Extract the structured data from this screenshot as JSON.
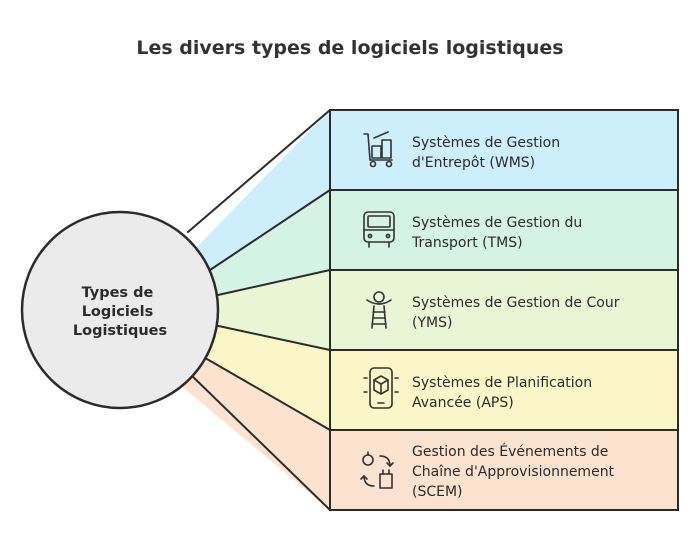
{
  "title": "Les divers types de logiciels logistiques",
  "hub": {
    "lines": [
      "Types de",
      "Logiciels",
      "Logistiques"
    ]
  },
  "bands": [
    {
      "lines": [
        "Systèmes de Gestion",
        "d'Entrepôt (WMS)"
      ],
      "color": "#cdeefb",
      "icon": "warehouse-trolley-icon"
    },
    {
      "lines": [
        "Systèmes de Gestion du",
        "Transport (TMS)"
      ],
      "color": "#d4f3e4",
      "icon": "bus-icon"
    },
    {
      "lines": [
        "Systèmes de Gestion de Cour",
        "(YMS)"
      ],
      "color": "#e8f6d6",
      "icon": "yard-ladder-icon"
    },
    {
      "lines": [
        "Systèmes de Planification",
        "Avancée (APS)"
      ],
      "color": "#fbf6c8",
      "icon": "mobile-box-icon"
    },
    {
      "lines": [
        "Gestion des Événements de",
        "Chaîne d'Approvisionnement",
        "(SCEM)"
      ],
      "color": "#fbe3cf",
      "icon": "supply-chain-cycle-icon"
    }
  ],
  "colors": {
    "outline": "#2b2b2b",
    "hub_fill": "#ebebeb"
  }
}
